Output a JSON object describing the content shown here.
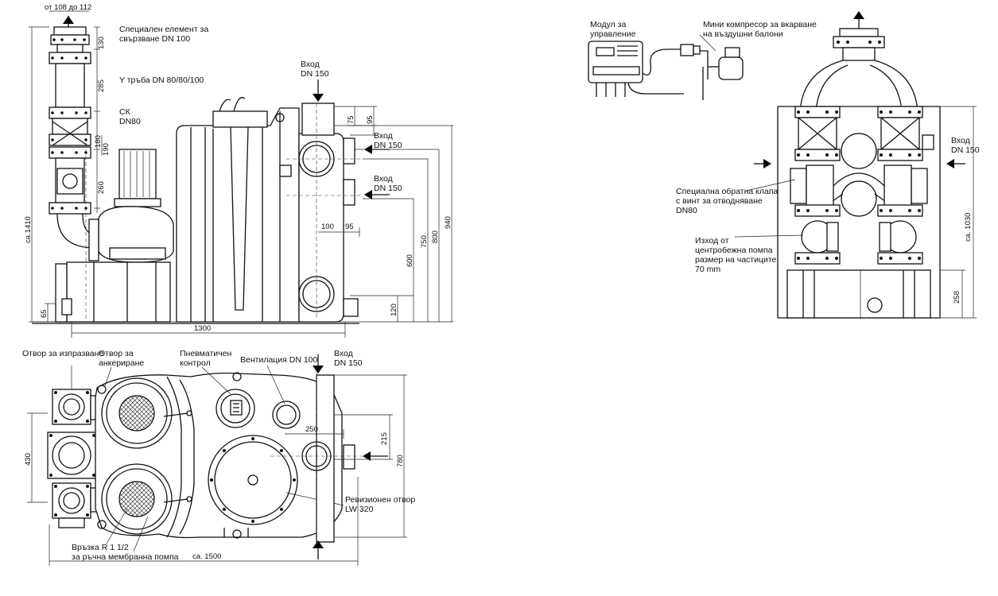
{
  "front_view": {
    "dim_top": "от 108 до 112",
    "label_special_element_1": "Специален елемент за",
    "label_special_element_2": "свързване DN 100",
    "label_y_pipe": "Y тръба DN 80/80/100",
    "label_check_valve_1": "СК",
    "label_check_valve_2": "DN80",
    "label_inlet_top_1": "Вход",
    "label_inlet_top_2": "DN 150",
    "label_inlet_a_1": "Вход",
    "label_inlet_a_2": "DN 150",
    "label_inlet_b_1": "Вход",
    "label_inlet_b_2": "DN 150",
    "dim_130": "130",
    "dim_285": "285",
    "dim_180": "180",
    "dim_190": "190",
    "dim_260": "260",
    "dim_ca1410": "ca.1410",
    "dim_65": "65",
    "dim_75": "75",
    "dim_95_top": "95",
    "dim_100": "100",
    "dim_95_mid": "95",
    "dim_600": "600",
    "dim_750": "750",
    "dim_800": "800",
    "dim_940": "940",
    "dim_120": "120",
    "dim_1300": "1300"
  },
  "top_view": {
    "label_drain_hole": "Отвор за изпразване",
    "label_anchor_hole_1": "Отвор за",
    "label_anchor_hole_2": "анкериране",
    "label_pneumatic_1": "Пневматичен",
    "label_pneumatic_2": "контрол",
    "label_vent": "Вентилация DN 100",
    "label_inlet_1": "Вход",
    "label_inlet_2": "DN 150",
    "label_revision_1": "Ревизионен отвор",
    "label_revision_2": "LW 320",
    "label_connection_1": "Връзка R 1 1/2",
    "label_connection_2": "за ръчна мембранна помпа",
    "dim_250": "250",
    "dim_215": "215",
    "dim_430": "430",
    "dim_780": "780",
    "dim_ca1500": "ca. 1500"
  },
  "side_view": {
    "label_control_module_1": "Модул за",
    "label_control_module_2": "управление",
    "label_compressor_1": "Мини компресор за вкарване",
    "label_compressor_2": "на въздушни балони",
    "label_inlet_1": "Вход",
    "label_inlet_2": "DN 150",
    "label_check_valve_1": "Специална обратна клапа",
    "label_check_valve_2": "с винт за отводняване",
    "label_check_valve_3": "DN80",
    "label_pump_outlet_1": "Изход от",
    "label_pump_outlet_2": "центробежна помпа",
    "label_pump_outlet_3": "размер на частиците",
    "label_pump_outlet_4": "70 mm",
    "dim_ca1030": "ca. 1030",
    "dim_258": "258"
  }
}
